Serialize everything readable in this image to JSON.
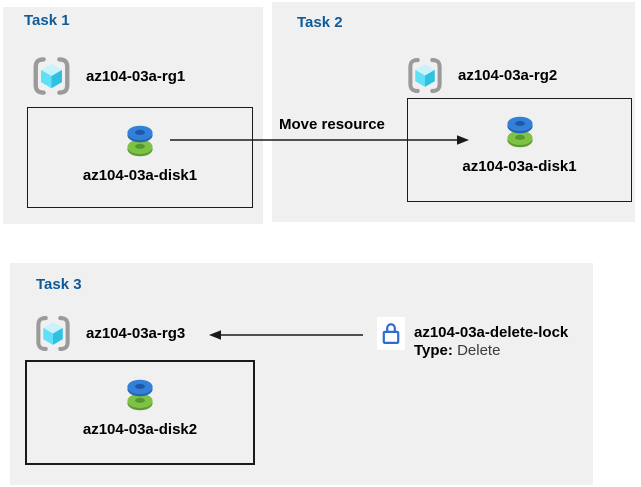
{
  "colors": {
    "panel_bg": "#f0f0f0",
    "title_blue": "#0f5b99",
    "disk_blue": "#3380d9",
    "disk_green": "#7dc245",
    "cube_cyan": "#50e6ff",
    "bracket_gray": "#9a9a9a",
    "lock_blue": "#2f6bd1",
    "arrow_black": "#1a1a1a"
  },
  "tasks": [
    {
      "title": "Task 1",
      "resource_group": "az104-03a-rg1",
      "resource": "az104-03a-disk1",
      "resource_group_icon": "resource-group-icon",
      "resource_icon": "disk-icon"
    },
    {
      "title": "Task 2",
      "resource_group": "az104-03a-rg2",
      "resource": "az104-03a-disk1",
      "resource_group_icon": "resource-group-icon",
      "resource_icon": "disk-icon"
    },
    {
      "title": "Task 3",
      "resource_group": "az104-03a-rg3",
      "resource": "az104-03a-disk2",
      "resource_group_icon": "resource-group-icon",
      "resource_icon": "disk-icon"
    }
  ],
  "move_arrow": {
    "label": "Move resource"
  },
  "lock": {
    "icon": "lock-icon",
    "name": "az104-03a-delete-lock",
    "type_label": "Type:",
    "type_value": "Delete"
  }
}
